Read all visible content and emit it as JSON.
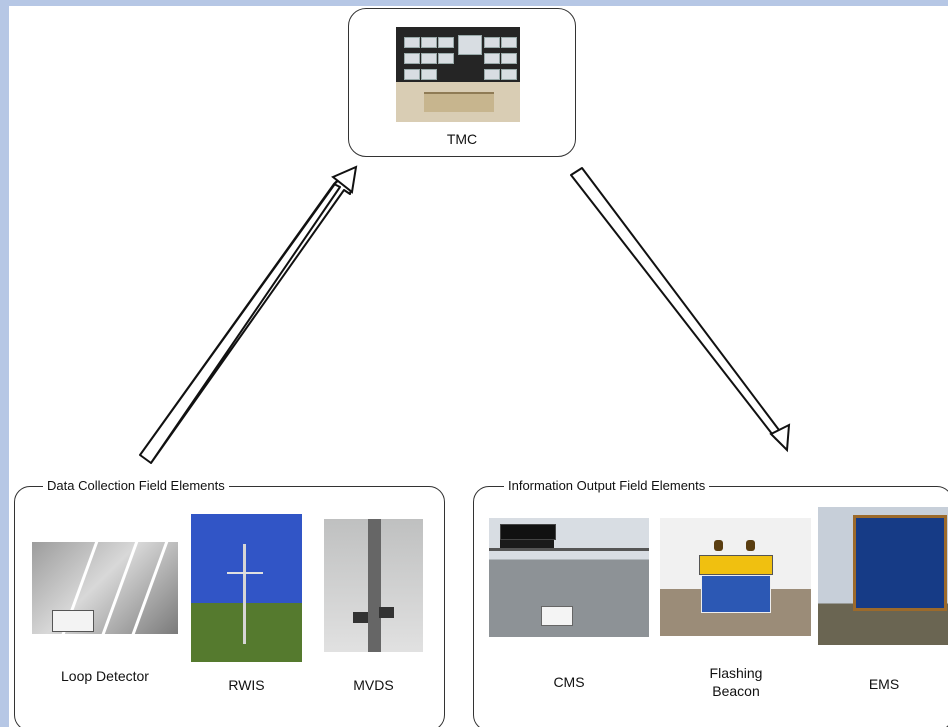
{
  "tmc": {
    "label": "TMC"
  },
  "data_collection": {
    "title": "Data Collection Field Elements",
    "items": [
      {
        "label": "Loop Detector"
      },
      {
        "label": "RWIS"
      },
      {
        "label": "MVDS"
      }
    ]
  },
  "information_output": {
    "title": "Information Output Field Elements",
    "items": [
      {
        "label": "CMS"
      },
      {
        "label": "Flashing Beacon"
      },
      {
        "label": "EMS"
      }
    ]
  },
  "colors": {
    "frame": "#b6c7e5",
    "border": "#333333",
    "background": "#ffffff"
  }
}
